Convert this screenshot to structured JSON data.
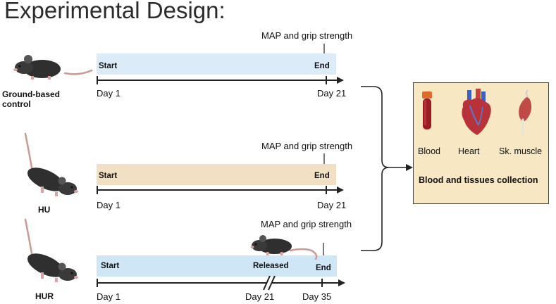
{
  "title": "Experimental Design:",
  "colors": {
    "control_band": "#dcebf8",
    "hu_band": "#f1e0c4",
    "hur_band": "#cfe6f7",
    "panel_bg": "#f7e7c3",
    "axis": "#222222",
    "mouse": "#2f2f2f",
    "tail": "#c99a96"
  },
  "rows": [
    {
      "group_label": "Ground-based\ncontrol",
      "map_label": "MAP and grip strength",
      "start_label": "Start",
      "end_label": "End",
      "day_start": "Day 1",
      "day_end": "Day 21"
    },
    {
      "group_label": "HU",
      "map_label": "MAP and grip strength",
      "start_label": "Start",
      "end_label": "End",
      "day_start": "Day 1",
      "day_end": "Day 21"
    },
    {
      "group_label": "HUR",
      "map_label": "MAP and grip strength",
      "start_label": "Start",
      "released_label": "Released",
      "end_label": "End",
      "day_start": "Day 1",
      "day_mid": "Day 21",
      "day_end": "Day 35"
    }
  ],
  "collection": {
    "tissues": [
      "Blood",
      "Heart",
      "Sk. muscle"
    ],
    "icons": [
      "blood-tube-icon",
      "heart-icon",
      "skeletal-muscle-icon"
    ],
    "caption": "Blood and tissues collection"
  }
}
